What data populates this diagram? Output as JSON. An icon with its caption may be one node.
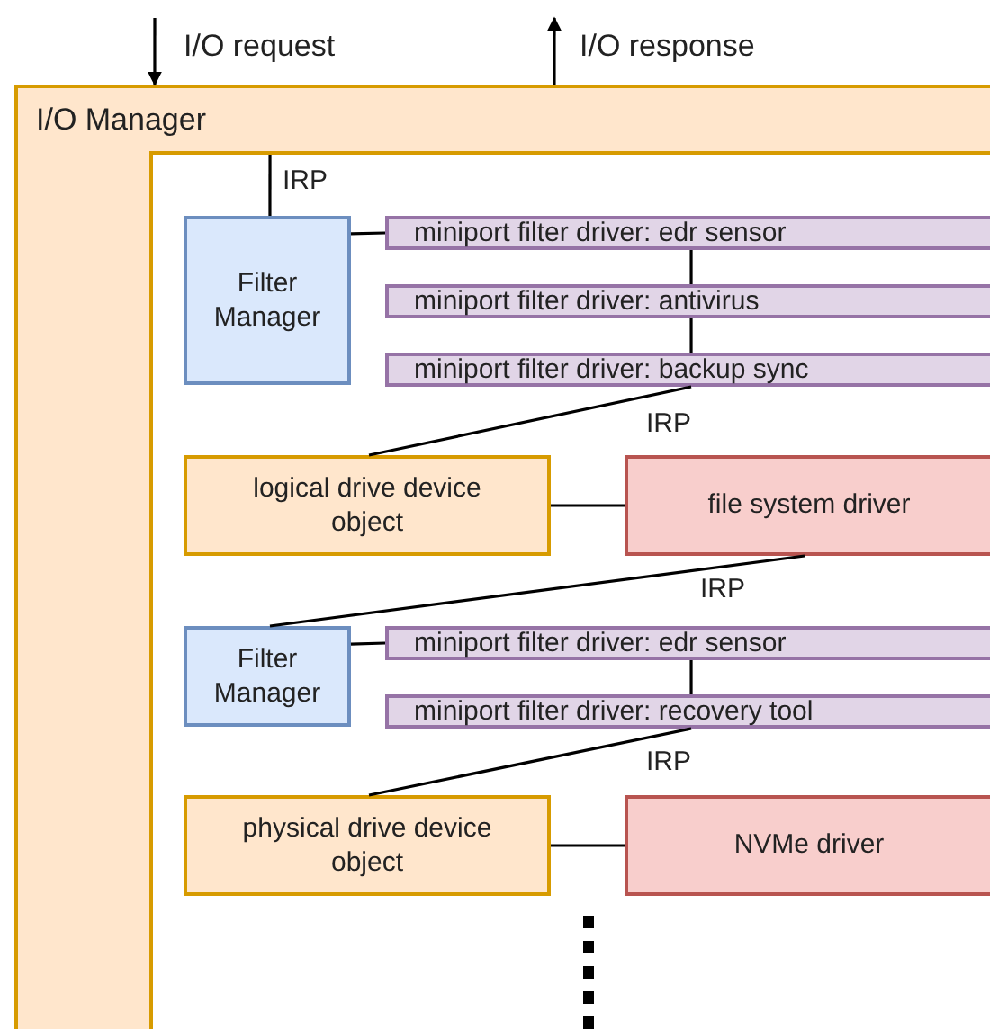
{
  "diagram": {
    "nodes": [
      {
        "text": [
          "I/O Manager"
        ]
      },
      {
        "text": [],
        "shape": "box",
        "in": 0
      },
      {
        "text": [
          "Filter Manager"
        ],
        "in": 1
      },
      {
        "text": [
          "miniport filter driver: edr sensor"
        ],
        "in": 1
      },
      {
        "text": [
          "miniport filter driver: antivirus"
        ],
        "in": 1
      },
      {
        "text": [
          "miniport filter driver: backup sync"
        ],
        "in": 1
      },
      {
        "text": [
          "logical drive device object"
        ],
        "in": 1
      },
      {
        "text": [
          "file system driver"
        ],
        "in": 1
      },
      {
        "text": [
          "Filter Manager"
        ],
        "in": 1
      },
      {
        "text": [
          "miniport filter driver: edr sensor"
        ],
        "in": 1
      },
      {
        "text": [
          "miniport filter driver: recovery tool"
        ],
        "in": 1
      },
      {
        "text": [
          "physical drive device object"
        ],
        "in": 1
      },
      {
        "text": [
          "NVMe driver"
        ],
        "in": 1
      }
    ],
    "edges": [
      {
        "from": null,
        "to": 0,
        "arrow": "to",
        "label": "I/O request"
      },
      {
        "from": 0,
        "to": null,
        "arrow": "to",
        "label": "I/O response"
      },
      {
        "from": 1,
        "to": 2,
        "arrow": "none",
        "label": "IRP"
      },
      {
        "from": 2,
        "to": 3,
        "arrow": "none"
      },
      {
        "from": 3,
        "to": 4,
        "arrow": "none"
      },
      {
        "from": 4,
        "to": 5,
        "arrow": "none"
      },
      {
        "from": 5,
        "to": 6,
        "arrow": "none",
        "label": "IRP"
      },
      {
        "from": 6,
        "to": 7,
        "arrow": "none"
      },
      {
        "from": 7,
        "to": 8,
        "arrow": "none",
        "label": "IRP"
      },
      {
        "from": 8,
        "to": 9,
        "arrow": "none"
      },
      {
        "from": 9,
        "to": 10,
        "arrow": "none"
      },
      {
        "from": 10,
        "to": 11,
        "arrow": "none",
        "label": "IRP"
      },
      {
        "from": 11,
        "to": 12,
        "arrow": "none"
      }
    ]
  }
}
